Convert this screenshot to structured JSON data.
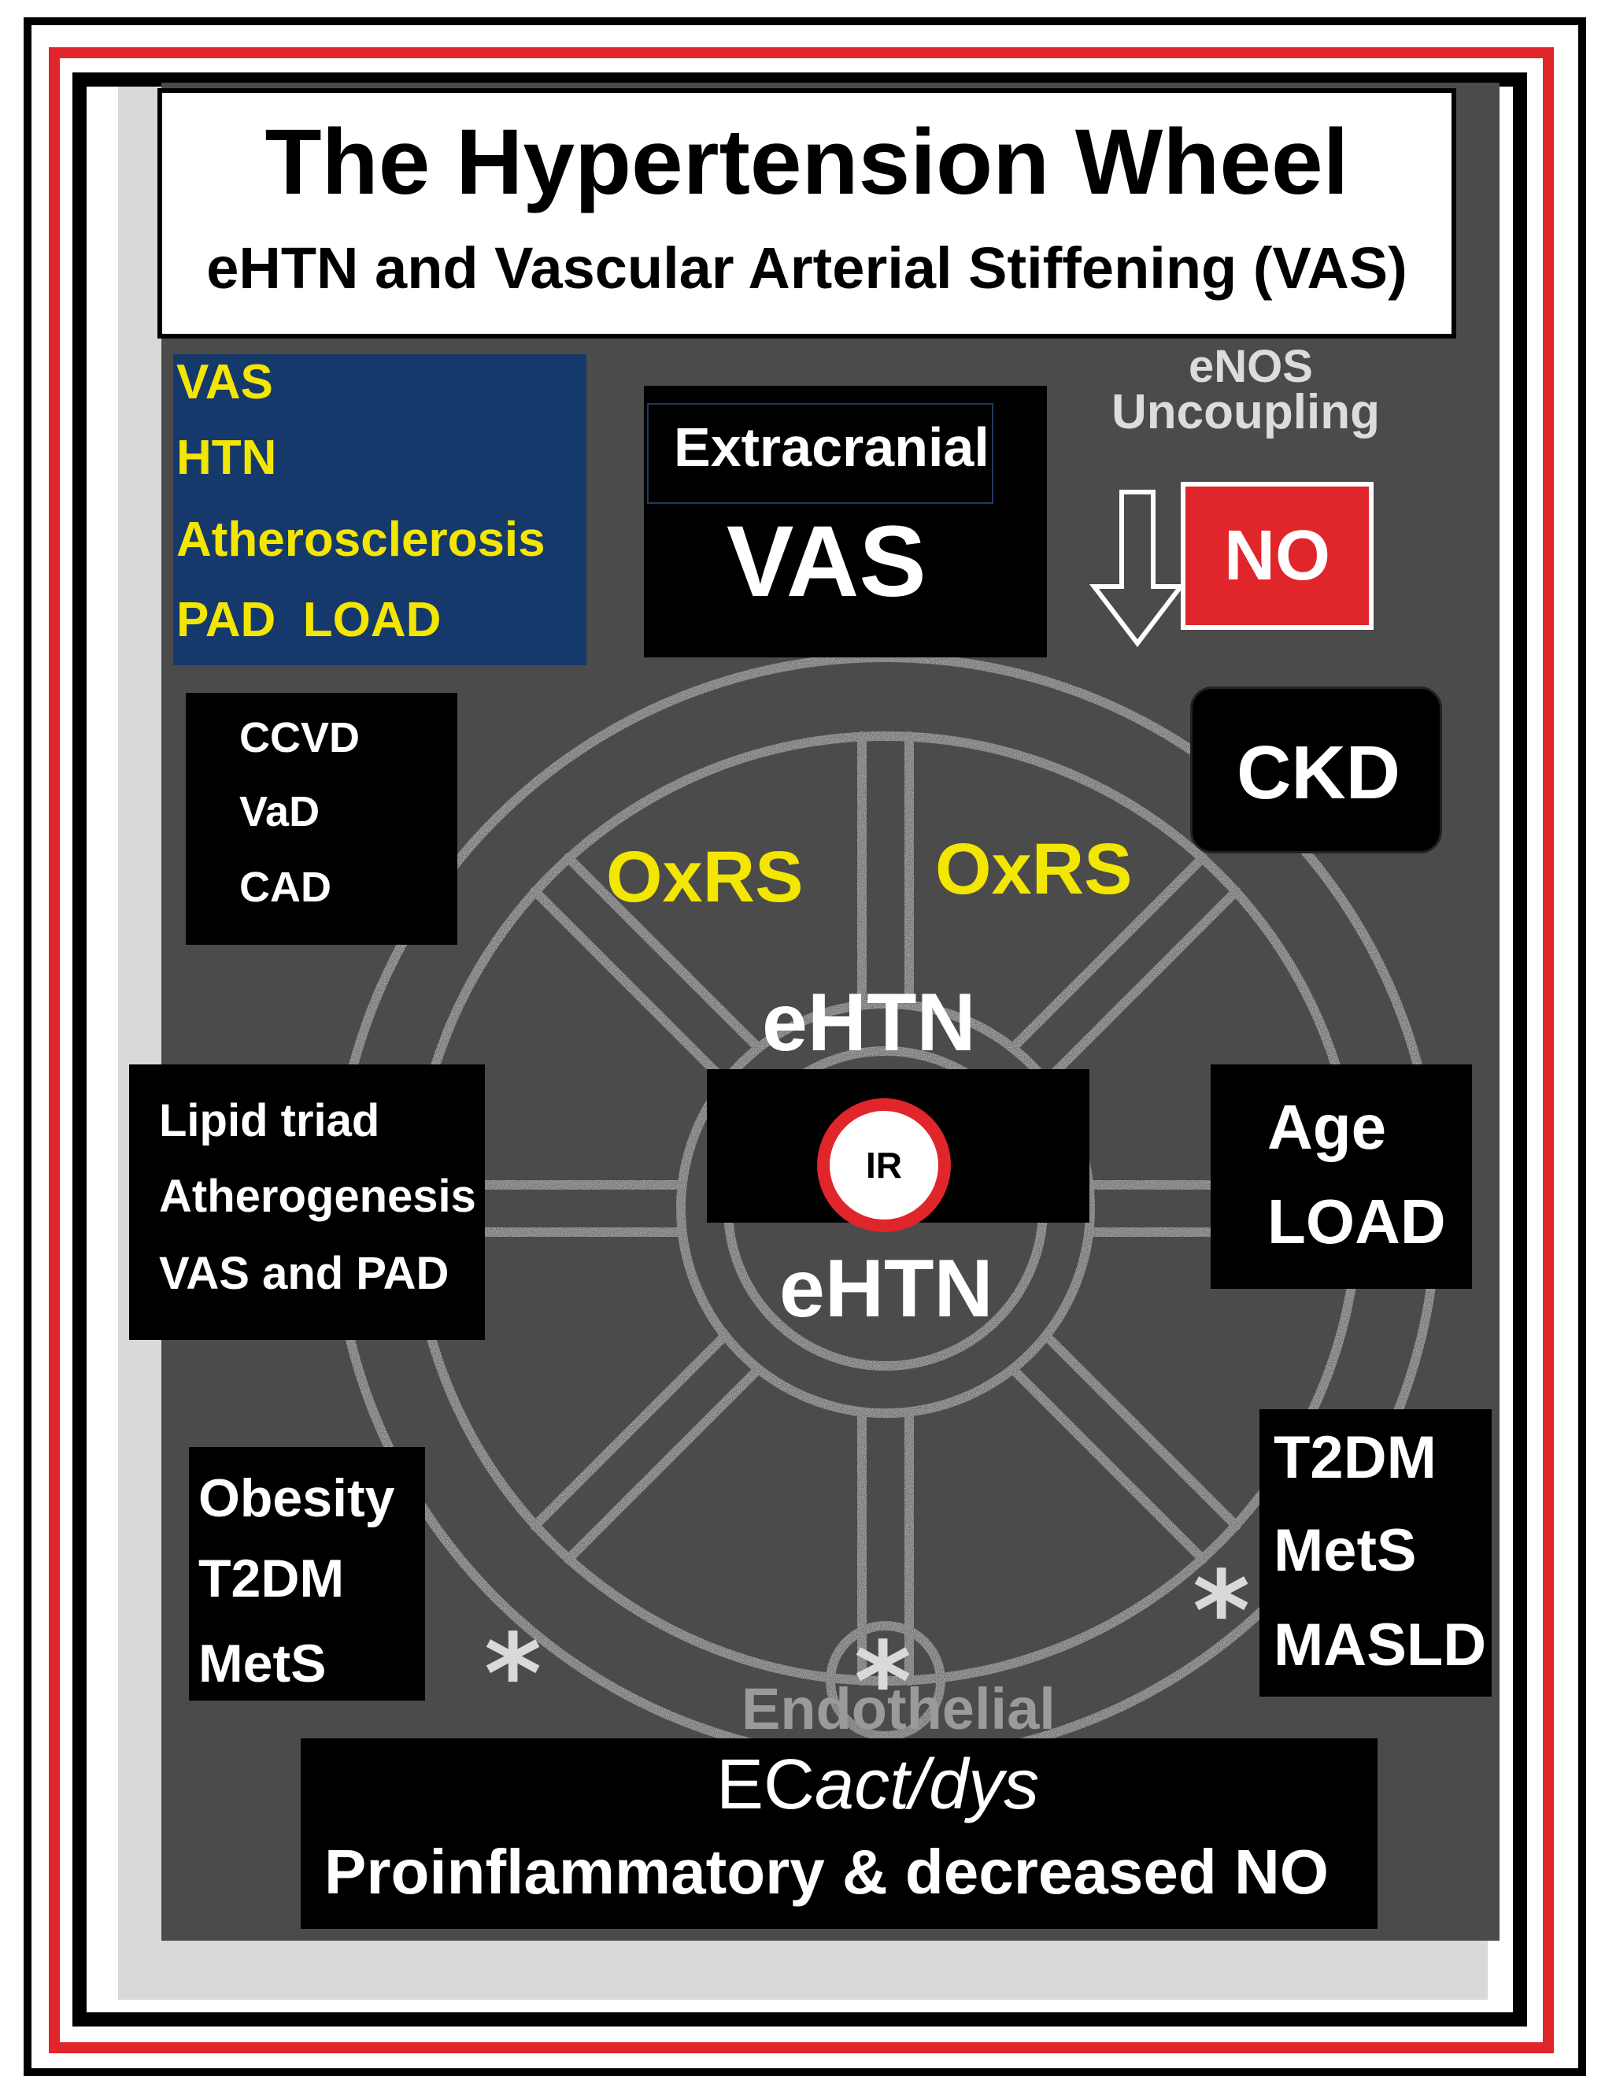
{
  "header": {
    "title": "The Hypertension Wheel",
    "subtitle": "eHTN and Vascular Arterial Stiffening (VAS)"
  },
  "top_left": [
    "VAS",
    "HTN",
    "Atherosclerosis",
    "PAD  LOAD"
  ],
  "extracranial": {
    "label": "Extracranial",
    "value": "VAS"
  },
  "enos": {
    "line1": "eNOS",
    "line2": "Uncoupling",
    "no": "NO"
  },
  "ccvd": [
    "CCVD",
    "VaD",
    "CAD"
  ],
  "ckd": "CKD",
  "oxrs_left": "OxRS",
  "oxrs_right": "OxRS",
  "center": {
    "top": "eHTN",
    "ir": "IR",
    "bottom": "eHTN"
  },
  "lipid": [
    "Lipid triad",
    "Atherogenesis",
    "VAS and PAD"
  ],
  "age": [
    "Age",
    "LOAD"
  ],
  "obesity": [
    "Obesity",
    "T2DM",
    "MetS"
  ],
  "t2dm_right": [
    "T2DM",
    "MetS",
    "MASLD"
  ],
  "endothelial": "Endothelial",
  "bottom": {
    "line1_regular": "EC",
    "line1_italic": "act/dys",
    "line2": "Proinflammatory & decreased NO"
  },
  "colors": {
    "accent_red": "#e0262b",
    "highlight_yellow": "#f3e600",
    "panel_blue": "#16396b",
    "board_gray": "#4b4b4b"
  }
}
